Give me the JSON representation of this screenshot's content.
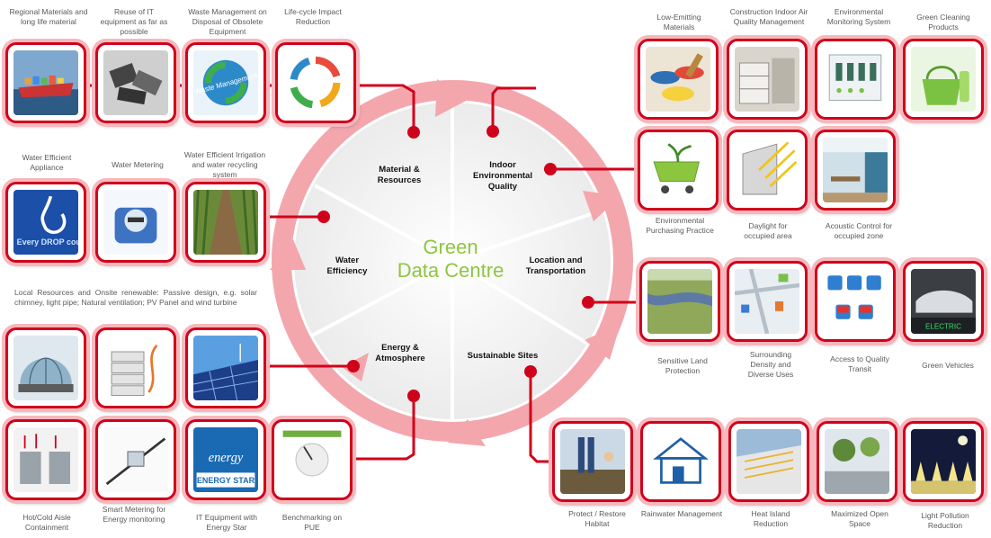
{
  "center_title": {
    "line1": "Green",
    "line2": "Data Centre"
  },
  "segments": {
    "material": "Material & Resources",
    "indoor": "Indoor Environmental Quality",
    "location": "Location and Transportation",
    "sustainable": "Sustainable Sites",
    "energy": "Energy & Atmosphere",
    "water": "Water Efficiency"
  },
  "materials": [
    "Regional Materials and long life material",
    "Reuse of IT equipment as far as possible",
    "Waste Management on Disposal of Obsolete Equipment",
    "Life-cycle Impact Reduction"
  ],
  "water": [
    "Water Efficient Appliance",
    "Water Metering",
    "Water Efficient Irrigation and water recycling system"
  ],
  "energy_note": "Local Resources and Onsite renewable: Passive design, e.g. solar chimney, light pipe; Natural ventilation; PV Panel and wind turbine",
  "energy": [
    "Hot/Cold Aisle Containment",
    "Smart Metering for Energy monitoring",
    "IT Equipment with Energy Star",
    "Benchmarking on PUE"
  ],
  "indoor_top": [
    "Low-Emitting Materials",
    "Construction Indoor Air Quality Management",
    "Environmental Monitoring System",
    "Green Cleaning Products"
  ],
  "indoor_mid": [
    "Environmental Purchasing Practice",
    "Daylight for occupied area",
    "Acoustic Control for occupied zone"
  ],
  "location": [
    "Sensitive Land Protection",
    "Surrounding Density and Diverse Uses",
    "Access to Quality Transit",
    "Green Vehicles"
  ],
  "sites": [
    "Protect / Restore Habitat",
    "Rainwater Management",
    "Heat Island Reduction",
    "Maximized Open Space",
    "Light Pollution Reduction"
  ],
  "picture_text": {
    "waste": "Waste Management",
    "every_drop": "Every DROP counts",
    "energy_star": "ENERGY STAR",
    "energy_logo": "energy",
    "electric": "ELECTRIC"
  },
  "colors": {
    "accent_red": "#d0021b",
    "ring_pink": "#f4a6ad",
    "title_green": "#8dc63f"
  }
}
